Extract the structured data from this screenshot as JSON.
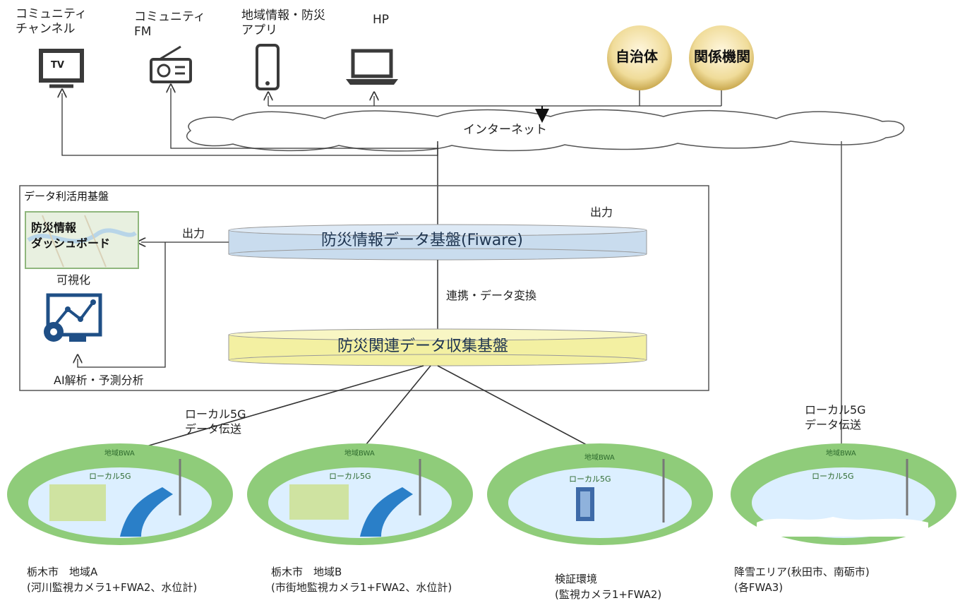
{
  "channels": [
    {
      "label": "コミュニティ\nチャンネル",
      "icon": "tv-icon",
      "icon_text": "TV"
    },
    {
      "label": "コミュニティ\nFM",
      "icon": "radio-icon"
    },
    {
      "label": "地域情報・防災\nアプリ",
      "icon": "smartphone-icon"
    },
    {
      "label": "HP",
      "icon": "laptop-icon"
    }
  ],
  "orgs": [
    "自治体",
    "関係機関"
  ],
  "internet_label": "インターネット",
  "platform": {
    "frame_label": "データ利活用基盤",
    "dashboard_label": "防災情報\nダッシュボード",
    "visualization_label": "可視化",
    "ai_label": "AI解析・予測分析",
    "output_left": "出力",
    "output_top": "出力",
    "fiware_label": "防災情報データ基盤(Fiware)",
    "link_label": "連携・データ変換",
    "collect_label": "防災関連データ収集基盤"
  },
  "local5g_left": "ローカル5G\nデータ伝送",
  "local5g_right": "ローカル5G\nデータ伝送",
  "areas": [
    {
      "bwa": "地域BWA",
      "l5g": "ローカル5G",
      "caption1": "栃木市　地域A",
      "caption2": "(河川監視カメラ1+FWA2、水位計)"
    },
    {
      "bwa": "地域BWA",
      "l5g": "ローカル5G",
      "caption1": "栃木市　地域B",
      "caption2": "(市街地監視カメラ1+FWA2、水位計)"
    },
    {
      "bwa": "地域BWA",
      "l5g": "ローカル5G",
      "caption1": "検証環境",
      "caption2": "(監視カメラ1+FWA2)"
    },
    {
      "bwa": "地域BWA",
      "l5g": "ローカル5G",
      "caption1": "降雪エリア(秋田市、南砺市)",
      "caption2": "(各FWA3)"
    }
  ],
  "colors": {
    "line": "#333333",
    "fiware_fill": "#c9dcee",
    "collect_fill": "#f3f0a2",
    "orb_fill": "#e8d28a",
    "area_outer": "#8fcc7a",
    "area_inner": "#dcefff",
    "icon_dark": "#3a3a3a",
    "icon_blue": "#1f4f86"
  }
}
